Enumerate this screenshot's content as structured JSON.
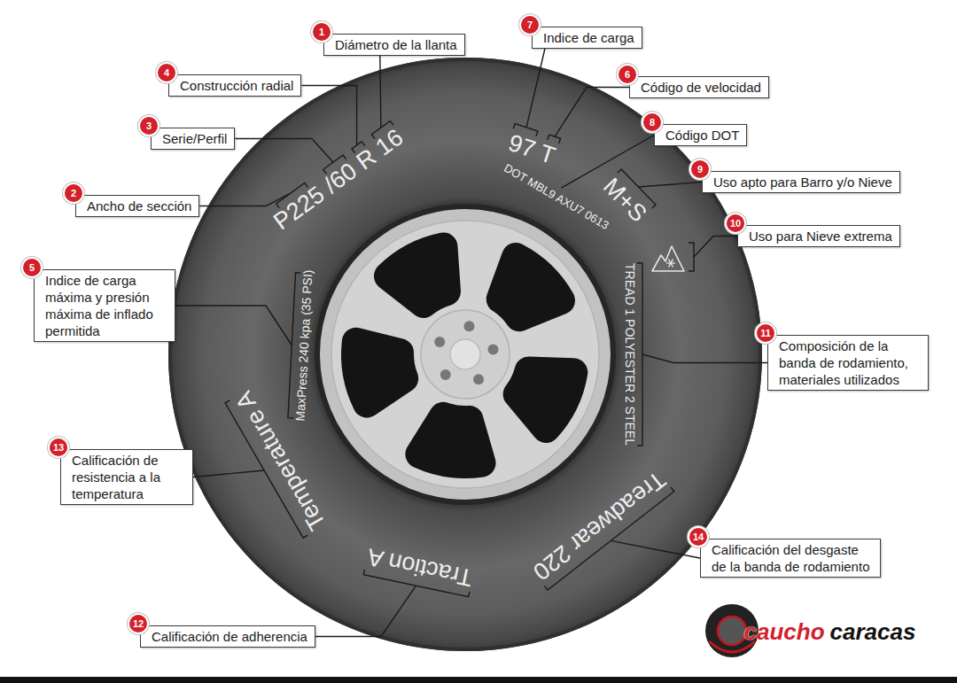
{
  "diagram": {
    "nodes": [
      {
        "text": [
          "1",
          "Diámetro de la llanta"
        ]
      },
      {
        "text": [
          "2",
          "Ancho de sección"
        ]
      },
      {
        "text": [
          "3",
          "Serie/Perfil"
        ]
      },
      {
        "text": [
          "4",
          "Construcción radial"
        ]
      },
      {
        "text": [
          "5",
          "Indice de carga máxima y presión máxima de inflado permitida"
        ]
      },
      {
        "text": [
          "6",
          "Código de velocidad"
        ]
      },
      {
        "text": [
          "7",
          "Indice de carga"
        ]
      },
      {
        "text": [
          "8",
          "Código DOT"
        ]
      },
      {
        "text": [
          "9",
          "Uso apto para Barro y/o Nieve"
        ]
      },
      {
        "text": [
          "10",
          "Uso para Nieve extrema"
        ]
      },
      {
        "text": [
          "11",
          "Composición de la banda de rodamiento, materiales utilizados"
        ]
      },
      {
        "text": [
          "12",
          "Calificación de adherencia"
        ]
      },
      {
        "text": [
          "13",
          "Calificación de resistencia a la temperatura"
        ]
      },
      {
        "text": [
          "14",
          "Calificación del desgaste de la banda de rodamiento"
        ]
      }
    ],
    "labels": [
      "P225 /60 R 16",
      "97 T",
      "DOT MBL9 AXU7 0613",
      "M+S",
      "TREAD 1 POLYESTER 2 STEEL",
      "Treadwear 220",
      "Traction A",
      "Temperature A",
      "MaxPress 240 kpa (35 PSI)",
      "caucho",
      "caracas"
    ]
  }
}
